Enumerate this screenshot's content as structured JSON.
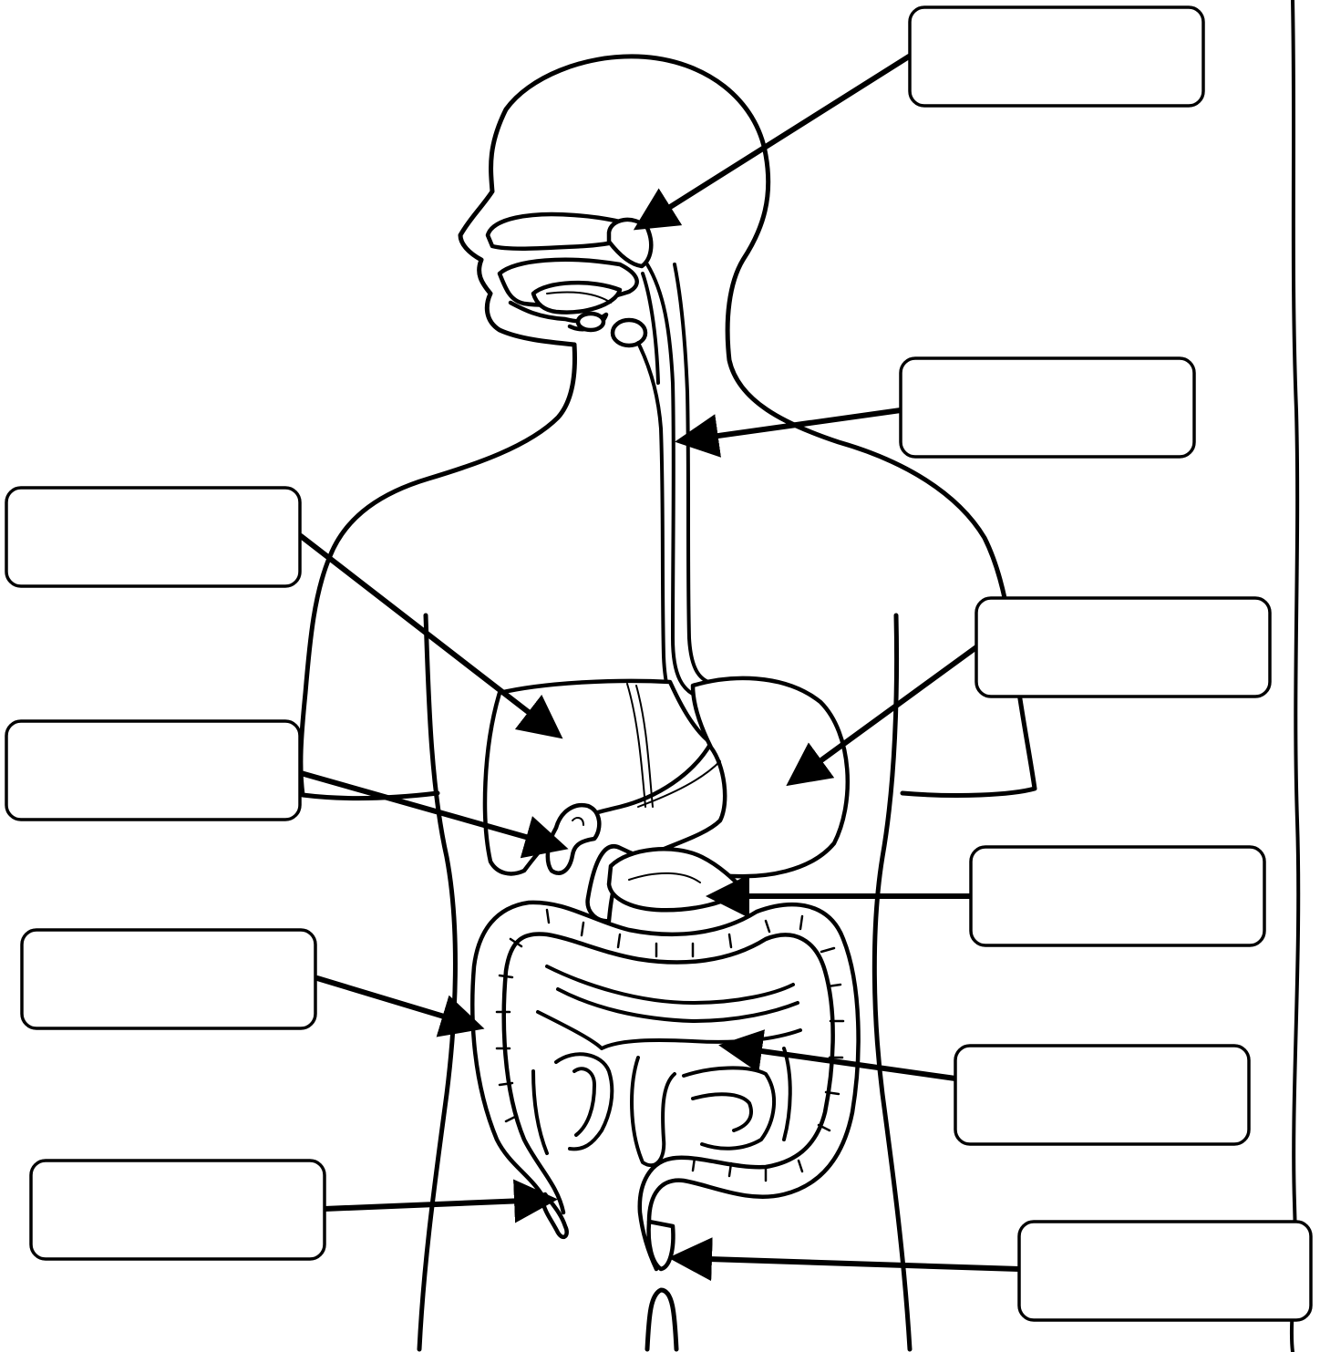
{
  "worksheet": {
    "labels": [
      {
        "id": "salivary-gland",
        "text": ""
      },
      {
        "id": "esophagus",
        "text": ""
      },
      {
        "id": "liver",
        "text": ""
      },
      {
        "id": "stomach",
        "text": ""
      },
      {
        "id": "gallbladder",
        "text": ""
      },
      {
        "id": "pancreas",
        "text": ""
      },
      {
        "id": "large-intestine",
        "text": ""
      },
      {
        "id": "small-intestine",
        "text": ""
      },
      {
        "id": "appendix",
        "text": ""
      },
      {
        "id": "rectum",
        "text": ""
      }
    ]
  },
  "colors": {
    "ink": "#000000",
    "paper": "#ffffff"
  }
}
